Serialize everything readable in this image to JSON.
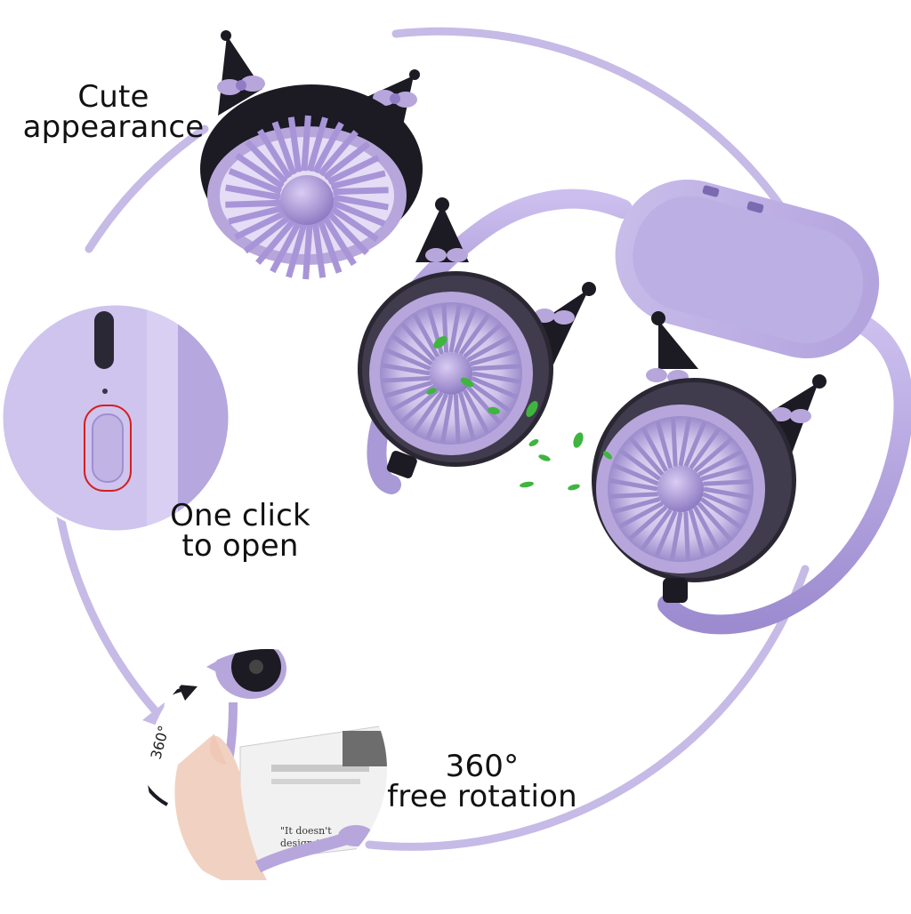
{
  "captions": {
    "cute": {
      "line1": "Cute",
      "line2": "appearance"
    },
    "click": {
      "line1": "One click",
      "line2": "to open"
    },
    "rotation": {
      "line1": "360°",
      "line2": "free rotation"
    }
  },
  "inset_label": "360°",
  "book_snippet": {
    "line1": "\"It doesn't",
    "line2": "design to"
  },
  "colors": {
    "lavender": "#b7a6db",
    "lavender_dark": "#8f7cc4",
    "lavender_light": "#ddd3f1",
    "black": "#1c1a22",
    "ring": "#c6bae6",
    "button_outline": "#d42020",
    "leaf": "#3fb53f"
  },
  "icons": [
    "neck-fan-product",
    "cat-ear-fan-head",
    "power-button",
    "usb-c-port",
    "rotation-arrow"
  ]
}
